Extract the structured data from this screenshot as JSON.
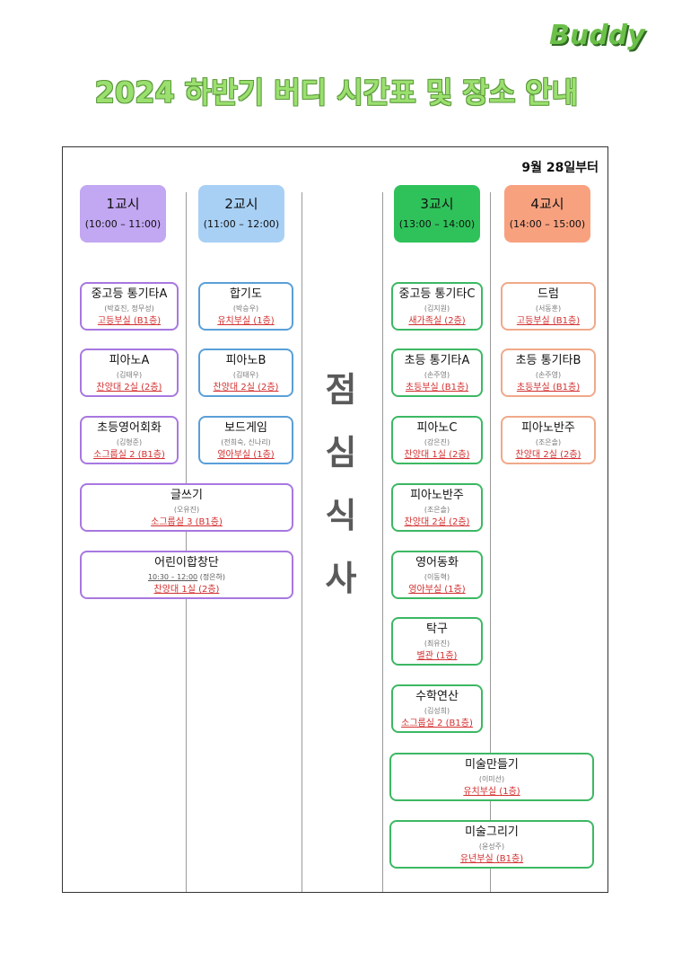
{
  "logo": "Buddy",
  "title": "2024 하반기 버디 시간표 및 장소 안내",
  "since": "9월 28일부터",
  "lunch": [
    "점",
    "심",
    "식",
    "사"
  ],
  "colors": {
    "p1": "#c2a7f2",
    "p2": "#a8d0f5",
    "p3": "#2fc25a",
    "p4": "#f8a17f",
    "b1": "#a878e0",
    "b2": "#5a9fd8",
    "b3": "#3cb863",
    "b4": "#f0a98a"
  },
  "periods": [
    {
      "name": "1교시",
      "time": "(10:00 – 11:00)"
    },
    {
      "name": "2교시",
      "time": "(11:00 – 12:00)"
    },
    {
      "name": "3교시",
      "time": "(13:00 – 14:00)"
    },
    {
      "name": "4교시",
      "time": "(14:00 – 15:00)"
    }
  ],
  "p1": [
    {
      "name": "중고등 통기타A",
      "teacher": "(박효진, 정무성)",
      "room": "고등부실 (B1층)"
    },
    {
      "name": "피아노A",
      "teacher": "(김태우)",
      "room": "찬양대 2실 (2층)"
    },
    {
      "name": "초등영어회화",
      "teacher": "(김형준)",
      "room": "소그룹실 2 (B1층)"
    }
  ],
  "p12": [
    {
      "name": "글쓰기",
      "teacher": "(오유진)",
      "room": "소그룹실 3 (B1층)"
    },
    {
      "name": "어린이합창단",
      "time_note": "10:30 – 12:00",
      "teacher": "(정은하)",
      "room": "찬양대 1실 (2층)"
    }
  ],
  "p2": [
    {
      "name": "합기도",
      "teacher": "(박승우)",
      "room": "유치부실 (1층)"
    },
    {
      "name": "피아노B",
      "teacher": "(김태우)",
      "room": "찬양대 2실 (2층)"
    },
    {
      "name": "보드게임",
      "teacher": "(전희숙, 신나리)",
      "room": "영아부실 (1층)"
    }
  ],
  "p3": [
    {
      "name": "중고등 통기타C",
      "teacher": "(김지원)",
      "room": "새가족실 (2층)"
    },
    {
      "name": "초등 통기타A",
      "teacher": "(손주영)",
      "room": "초등부실 (B1층)"
    },
    {
      "name": "피아노C",
      "teacher": "(강은진)",
      "room": "찬양대 1실 (2층)"
    },
    {
      "name": "피아노반주",
      "teacher": "(조은솔)",
      "room": "찬양대 2실 (2층)"
    },
    {
      "name": "영어동화",
      "teacher": "(이동혁)",
      "room": "영아부실 (1층)"
    },
    {
      "name": "탁구",
      "teacher": "(최유진)",
      "room": "별관 (1층)"
    },
    {
      "name": "수학연산",
      "teacher": "(김성희)",
      "room": "소그룹실 2 (B1층)"
    }
  ],
  "p4": [
    {
      "name": "드럼",
      "teacher": "(서동훈)",
      "room": "고등부실 (B1층)"
    },
    {
      "name": "초등 통기타B",
      "teacher": "(손주영)",
      "room": "초등부실 (B1층)"
    },
    {
      "name": "피아노반주",
      "teacher": "(조은솔)",
      "room": "찬양대 2실 (2층)"
    }
  ],
  "p34": [
    {
      "name": "미술만들기",
      "teacher": "(이미선)",
      "room": "유치부실 (1층)"
    },
    {
      "name": "미술그리기",
      "teacher": "(윤성주)",
      "room": "유년부실 (B1층)"
    }
  ]
}
